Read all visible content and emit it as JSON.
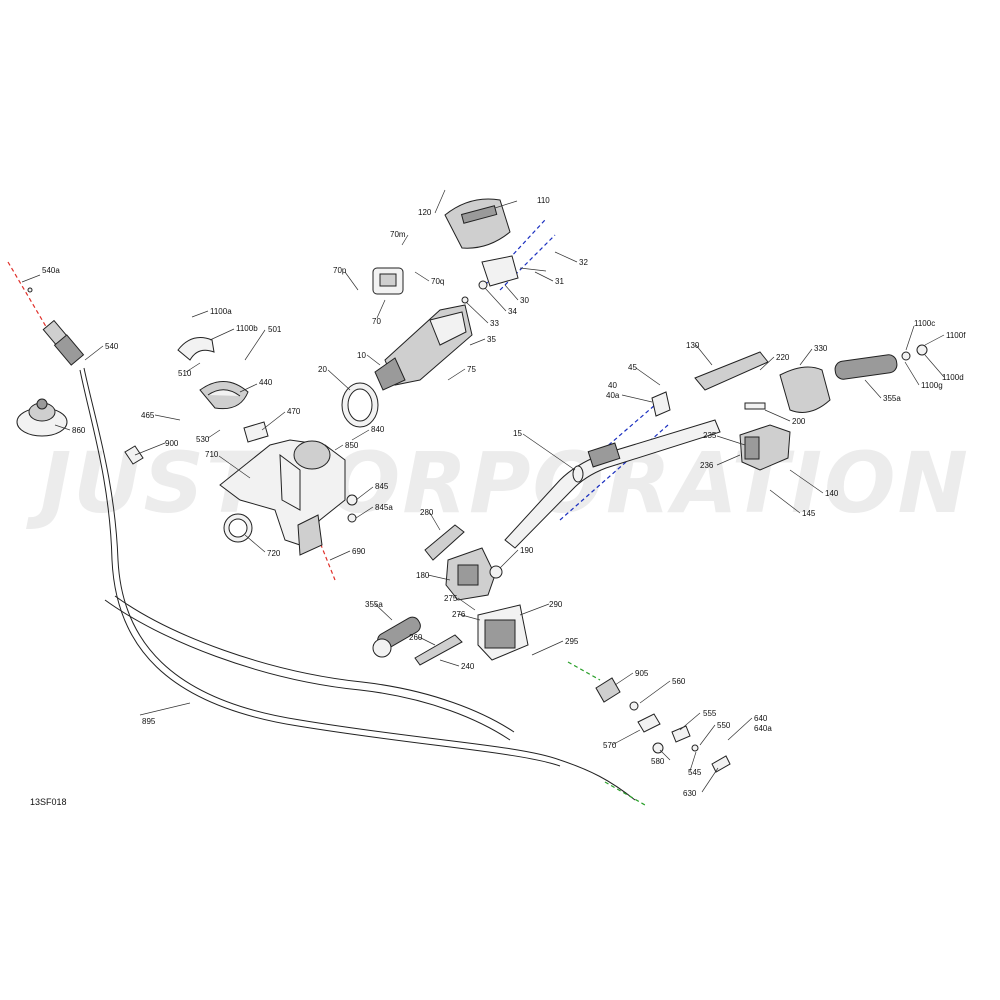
{
  "watermark": "JUSTCORPORATION",
  "diagram_code": "13SF018",
  "labels": [
    {
      "id": "110",
      "text": "110"
    },
    {
      "id": "120",
      "text": "120"
    },
    {
      "id": "70m",
      "text": "70m"
    },
    {
      "id": "32",
      "text": "32"
    },
    {
      "id": "70p",
      "text": "70p"
    },
    {
      "id": "70q",
      "text": "70q"
    },
    {
      "id": "31",
      "text": "31"
    },
    {
      "id": "70",
      "text": "70"
    },
    {
      "id": "30",
      "text": "30"
    },
    {
      "id": "34",
      "text": "34"
    },
    {
      "id": "33",
      "text": "33"
    },
    {
      "id": "35",
      "text": "35"
    },
    {
      "id": "10",
      "text": "10"
    },
    {
      "id": "75",
      "text": "75"
    },
    {
      "id": "540a",
      "text": "540a"
    },
    {
      "id": "1100a",
      "text": "1100a"
    },
    {
      "id": "1100b",
      "text": "1100b"
    },
    {
      "id": "501",
      "text": "501"
    },
    {
      "id": "540",
      "text": "540"
    },
    {
      "id": "510",
      "text": "510"
    },
    {
      "id": "440",
      "text": "440"
    },
    {
      "id": "20",
      "text": "20"
    },
    {
      "id": "465",
      "text": "465"
    },
    {
      "id": "470",
      "text": "470"
    },
    {
      "id": "530",
      "text": "530"
    },
    {
      "id": "840",
      "text": "840"
    },
    {
      "id": "900",
      "text": "900"
    },
    {
      "id": "850",
      "text": "850"
    },
    {
      "id": "710",
      "text": "710"
    },
    {
      "id": "860",
      "text": "860"
    },
    {
      "id": "845",
      "text": "845"
    },
    {
      "id": "845a",
      "text": "845a"
    },
    {
      "id": "720",
      "text": "720"
    },
    {
      "id": "690",
      "text": "690"
    },
    {
      "id": "1100c",
      "text": "1100c"
    },
    {
      "id": "1100f",
      "text": "1100f"
    },
    {
      "id": "130",
      "text": "130"
    },
    {
      "id": "220",
      "text": "220"
    },
    {
      "id": "330",
      "text": "330"
    },
    {
      "id": "1100d",
      "text": "1100d"
    },
    {
      "id": "1100g",
      "text": "1100g"
    },
    {
      "id": "45",
      "text": "45"
    },
    {
      "id": "355a_r",
      "text": "355a"
    },
    {
      "id": "40",
      "text": "40"
    },
    {
      "id": "40a",
      "text": "40a"
    },
    {
      "id": "200",
      "text": "200"
    },
    {
      "id": "235",
      "text": "235"
    },
    {
      "id": "15",
      "text": "15"
    },
    {
      "id": "236",
      "text": "236"
    },
    {
      "id": "140",
      "text": "140"
    },
    {
      "id": "145",
      "text": "145"
    },
    {
      "id": "280",
      "text": "280"
    },
    {
      "id": "190",
      "text": "190"
    },
    {
      "id": "180",
      "text": "180"
    },
    {
      "id": "275",
      "text": "275"
    },
    {
      "id": "355a_l",
      "text": "355a"
    },
    {
      "id": "276",
      "text": "276"
    },
    {
      "id": "290",
      "text": "290"
    },
    {
      "id": "260",
      "text": "260"
    },
    {
      "id": "295",
      "text": "295"
    },
    {
      "id": "240",
      "text": "240"
    },
    {
      "id": "905",
      "text": "905"
    },
    {
      "id": "560",
      "text": "560"
    },
    {
      "id": "895",
      "text": "895"
    },
    {
      "id": "555",
      "text": "555"
    },
    {
      "id": "640",
      "text": "640"
    },
    {
      "id": "640a",
      "text": "640a"
    },
    {
      "id": "570",
      "text": "570"
    },
    {
      "id": "550",
      "text": "550"
    },
    {
      "id": "580",
      "text": "580"
    },
    {
      "id": "545",
      "text": "545"
    },
    {
      "id": "630",
      "text": "630"
    }
  ],
  "colors": {
    "alignment_red": "#e0302a",
    "alignment_blue": "#1a2fc0",
    "alignment_green": "#2aa02a",
    "watermark": "#ececec"
  }
}
